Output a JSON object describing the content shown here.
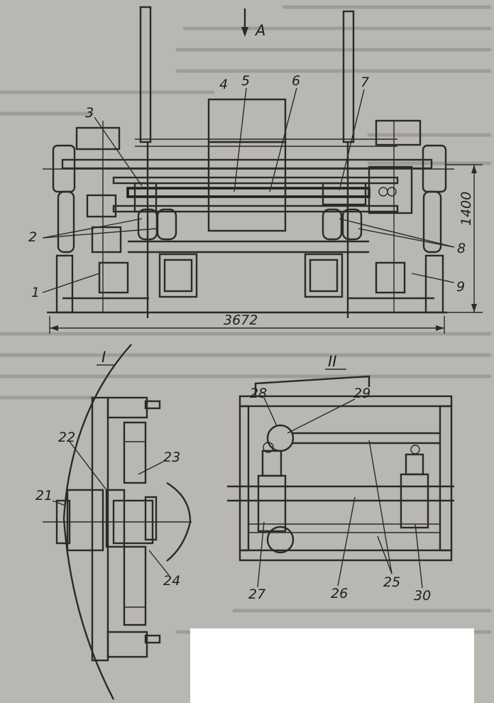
{
  "figure": {
    "arrow_label": "A",
    "dimension_width": "3672",
    "dimension_height": "1400",
    "view_labels": [
      "I",
      "II"
    ],
    "part_numbers_top": [
      "1",
      "2",
      "3",
      "4",
      "5",
      "6",
      "7",
      "8",
      "9"
    ],
    "part_numbers_section_I": [
      "21",
      "22",
      "23",
      "24"
    ],
    "part_numbers_section_II": [
      "25",
      "26",
      "27",
      "28",
      "29",
      "30"
    ]
  }
}
